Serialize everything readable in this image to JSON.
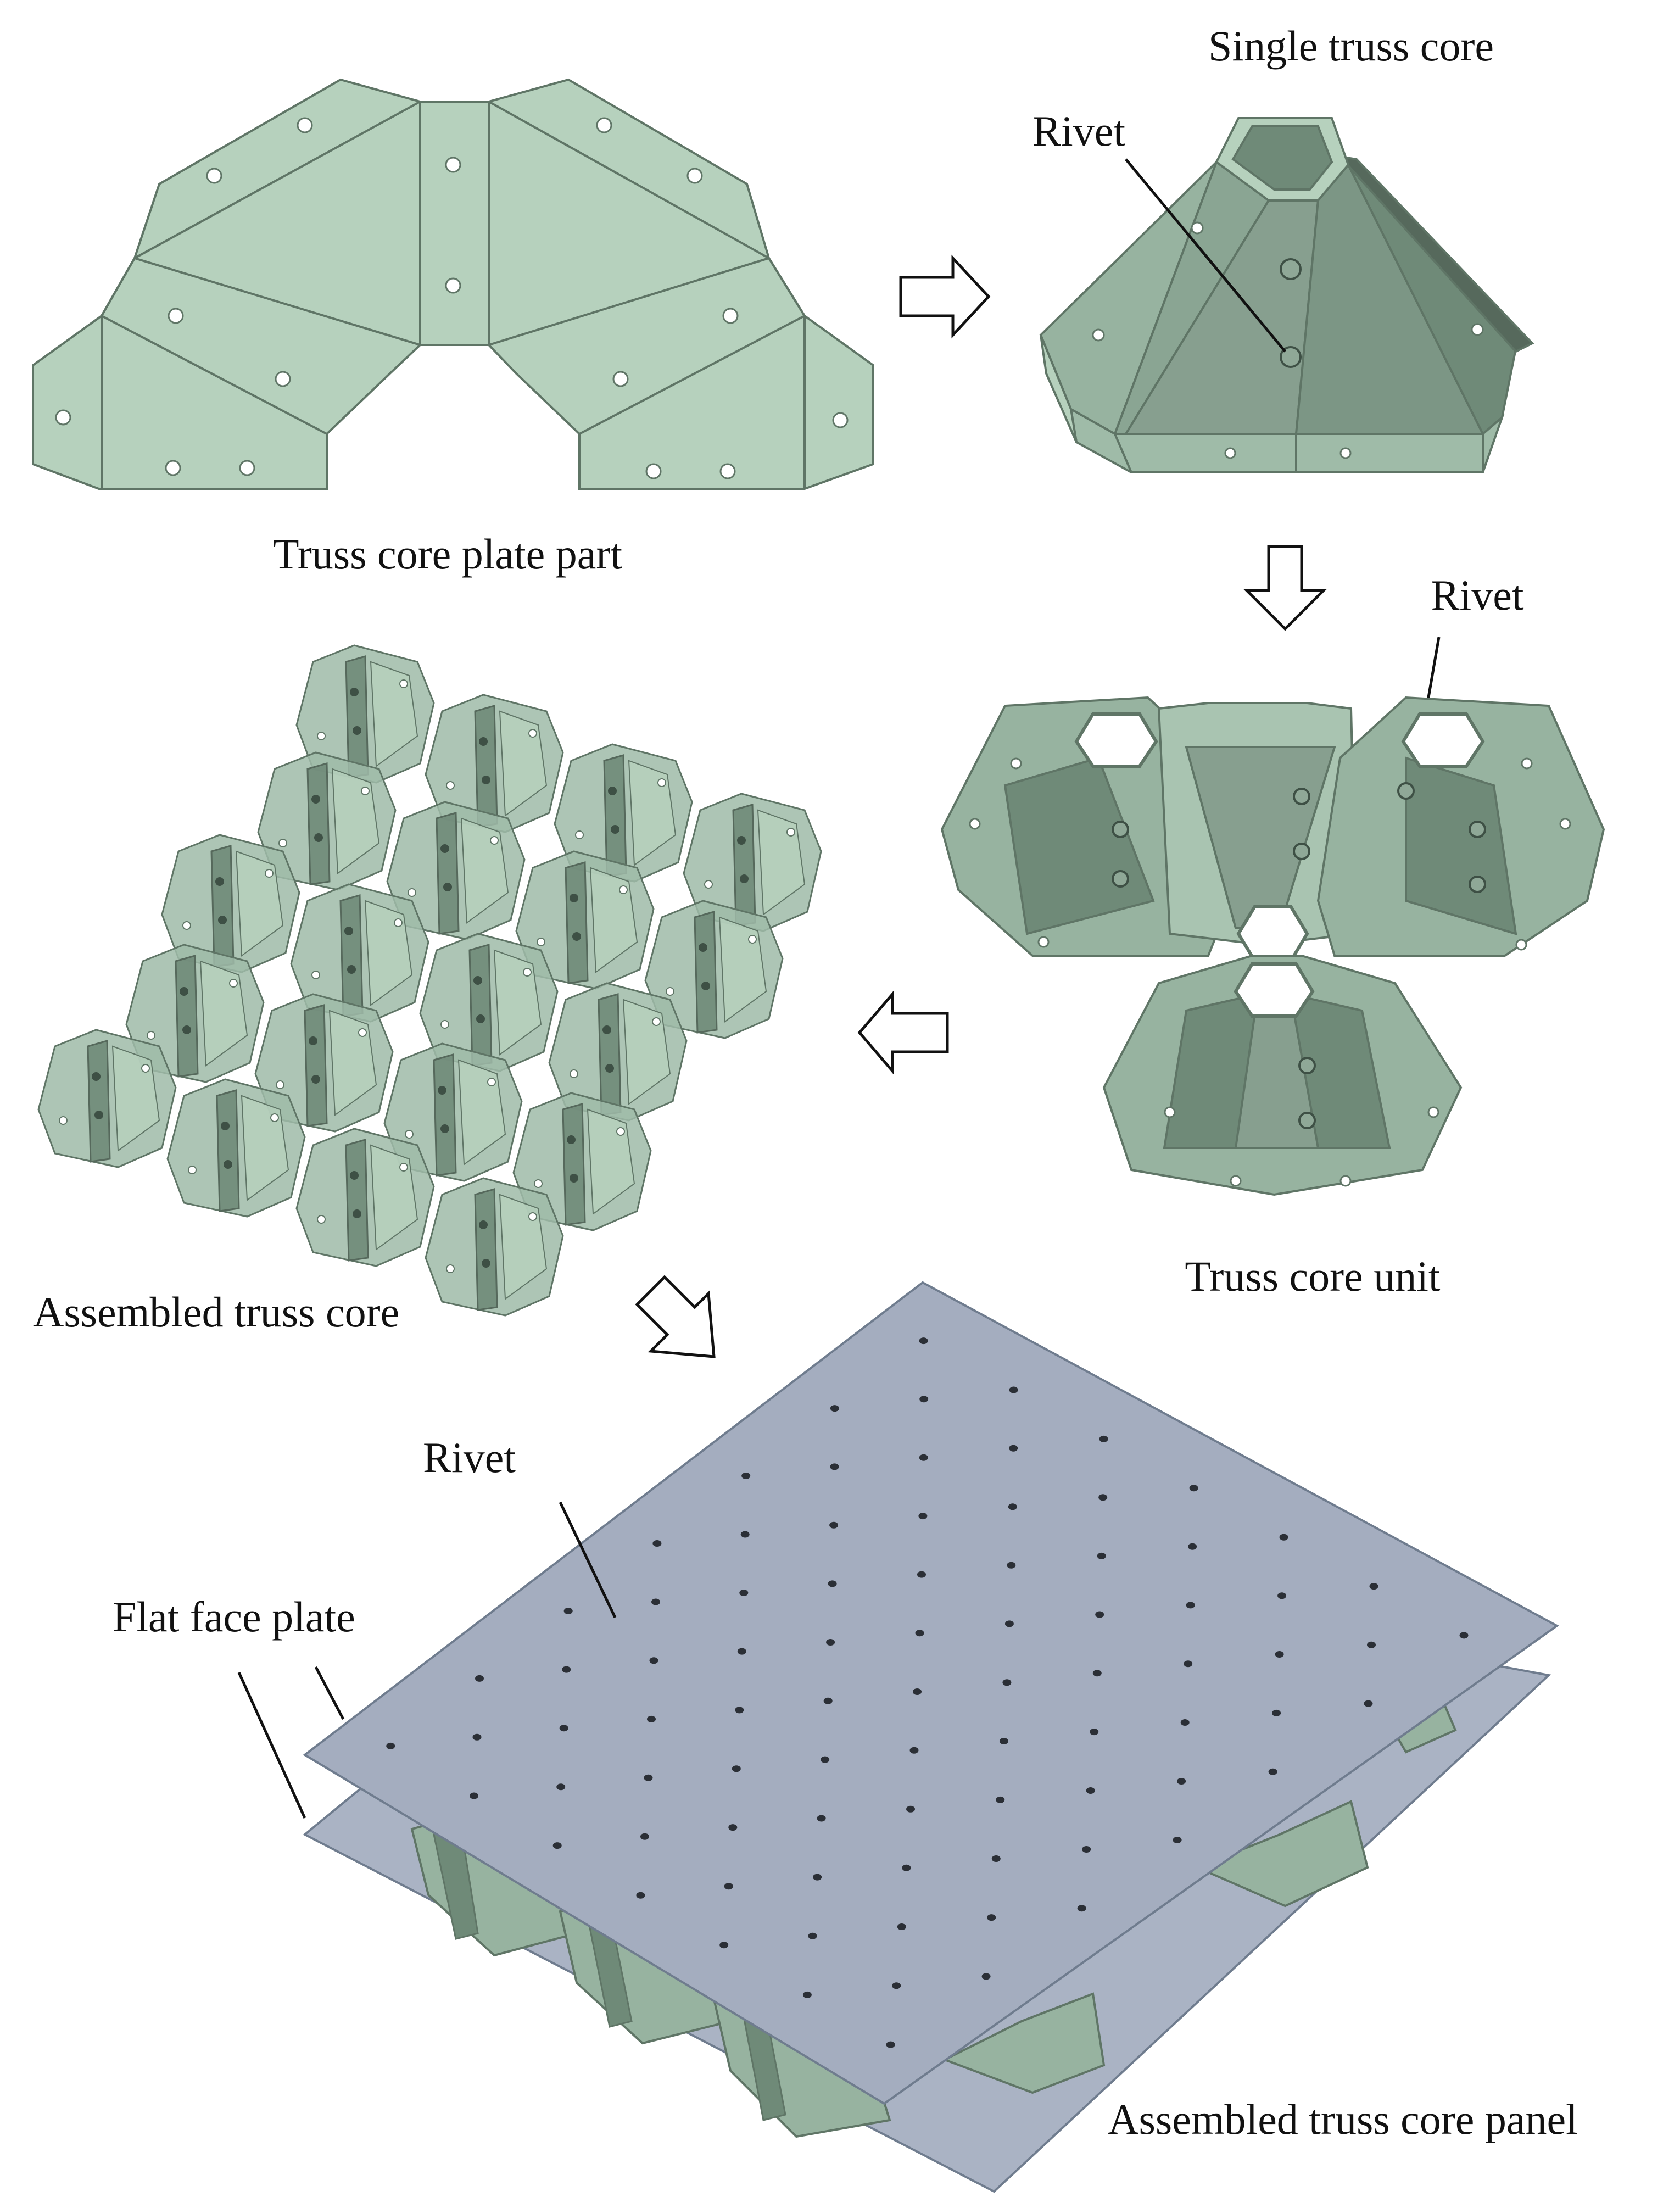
{
  "labels": {
    "single_truss_core": "Single truss core",
    "rivet": "Rivet",
    "truss_core_plate_part": "Truss core plate part",
    "truss_core_unit": "Truss core unit",
    "assembled_truss_core": "Assembled truss core",
    "flat_face_plate": "Flat face plate",
    "assembled_truss_core_panel": "Assembled truss core panel"
  },
  "colors": {
    "plate_light": "#b6d1bd",
    "plate_mid": "#97b3a0",
    "plate_dark": "#6f8a78",
    "plate_darker": "#56695c",
    "face_plate": "#a4adbf",
    "face_plate_lower": "#aab3c4"
  }
}
